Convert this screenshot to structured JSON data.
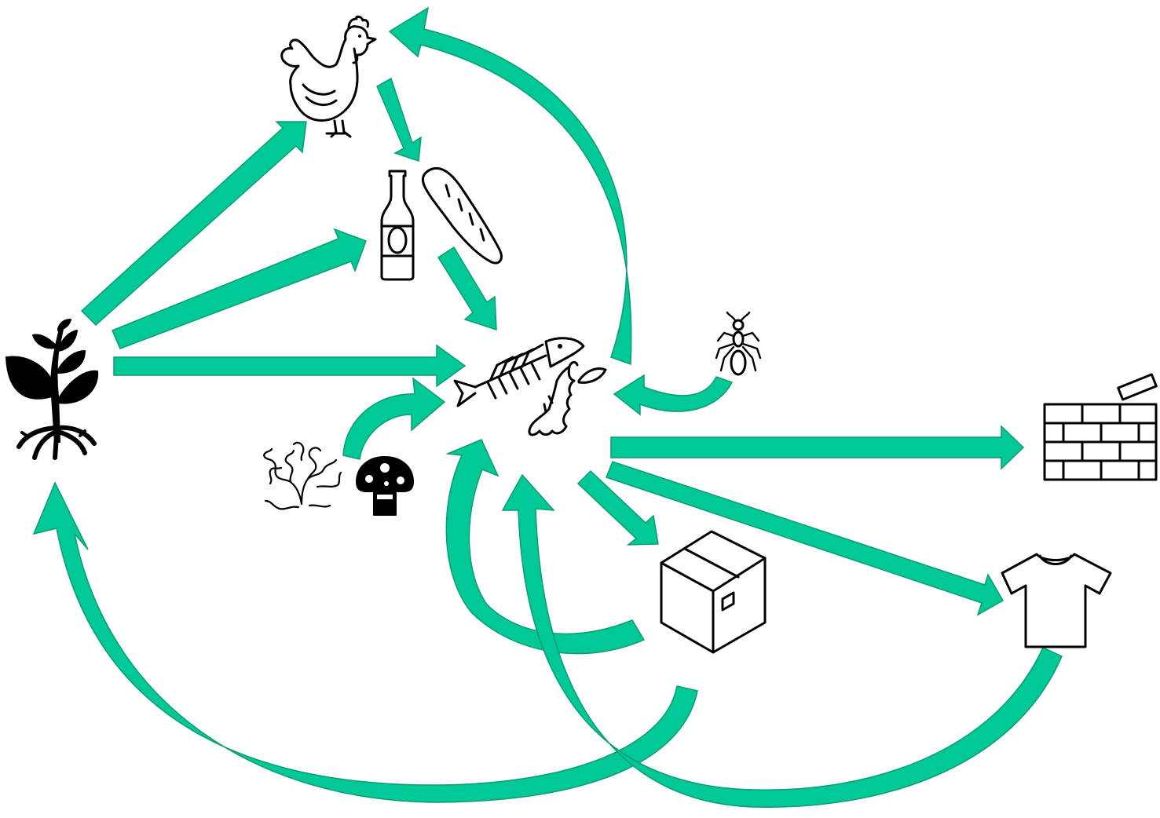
{
  "diagram": {
    "type": "circular-economy-flow",
    "arrow_color": "#00c896",
    "arrow_outline": "#0a9c72",
    "nodes": [
      {
        "id": "plant",
        "icon": "plant-sprout-icon"
      },
      {
        "id": "chicken",
        "icon": "chicken-icon"
      },
      {
        "id": "drinks-bread",
        "icon": "bottle-and-bread-icon"
      },
      {
        "id": "food-waste",
        "icon": "fishbone-and-apple-core-icon"
      },
      {
        "id": "algae-mushroom",
        "icon": "seaweed-and-mushroom-icon"
      },
      {
        "id": "insect",
        "icon": "ant-icon"
      },
      {
        "id": "bricks",
        "icon": "brick-wall-icon"
      },
      {
        "id": "packaging",
        "icon": "cardboard-box-icon"
      },
      {
        "id": "textiles",
        "icon": "t-shirt-icon"
      }
    ],
    "flows": [
      {
        "from": "plant",
        "to": "chicken"
      },
      {
        "from": "plant",
        "to": "drinks-bread"
      },
      {
        "from": "plant",
        "to": "food-waste"
      },
      {
        "from": "chicken",
        "to": "drinks-bread"
      },
      {
        "from": "drinks-bread",
        "to": "food-waste"
      },
      {
        "from": "food-waste",
        "to": "chicken"
      },
      {
        "from": "algae-mushroom",
        "to": "food-waste"
      },
      {
        "from": "insect",
        "to": "food-waste"
      },
      {
        "from": "food-waste",
        "to": "bricks"
      },
      {
        "from": "food-waste",
        "to": "packaging"
      },
      {
        "from": "food-waste",
        "to": "textiles"
      },
      {
        "from": "packaging",
        "to": "food-waste"
      },
      {
        "from": "packaging",
        "to": "plant"
      },
      {
        "from": "textiles",
        "to": "food-waste"
      }
    ]
  }
}
